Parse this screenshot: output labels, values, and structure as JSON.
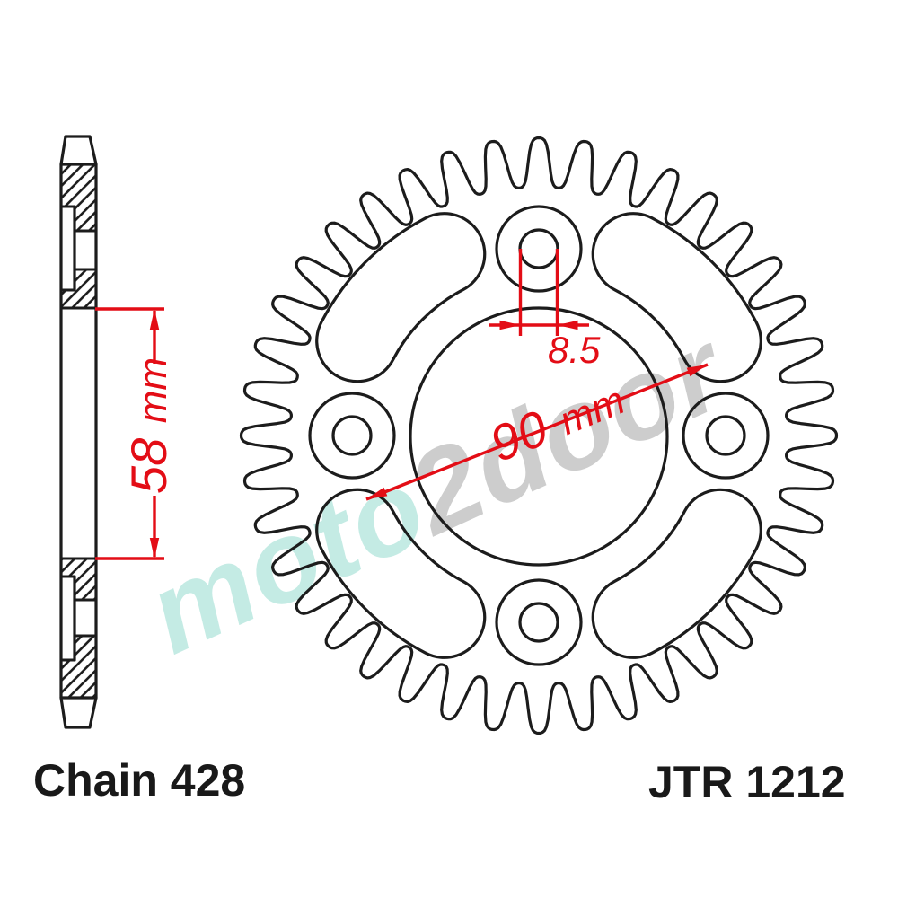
{
  "title_block": {
    "chain_label": "Chain 428",
    "part_number": "JTR 1212"
  },
  "dimensions": {
    "bore_diameter": {
      "value": "58",
      "unit": "mm"
    },
    "bolt_hole_diameter": {
      "value": "8.5"
    },
    "bolt_circle_diameter": {
      "value": "90",
      "unit": "mm"
    }
  },
  "watermark": {
    "part_1": "moto",
    "part_2": "2door"
  },
  "colors": {
    "dimension_red": "#e30d16",
    "line_black": "#1c1c1c",
    "watermark_teal": "#c4ebe4",
    "watermark_gray": "#cdcdcd"
  }
}
